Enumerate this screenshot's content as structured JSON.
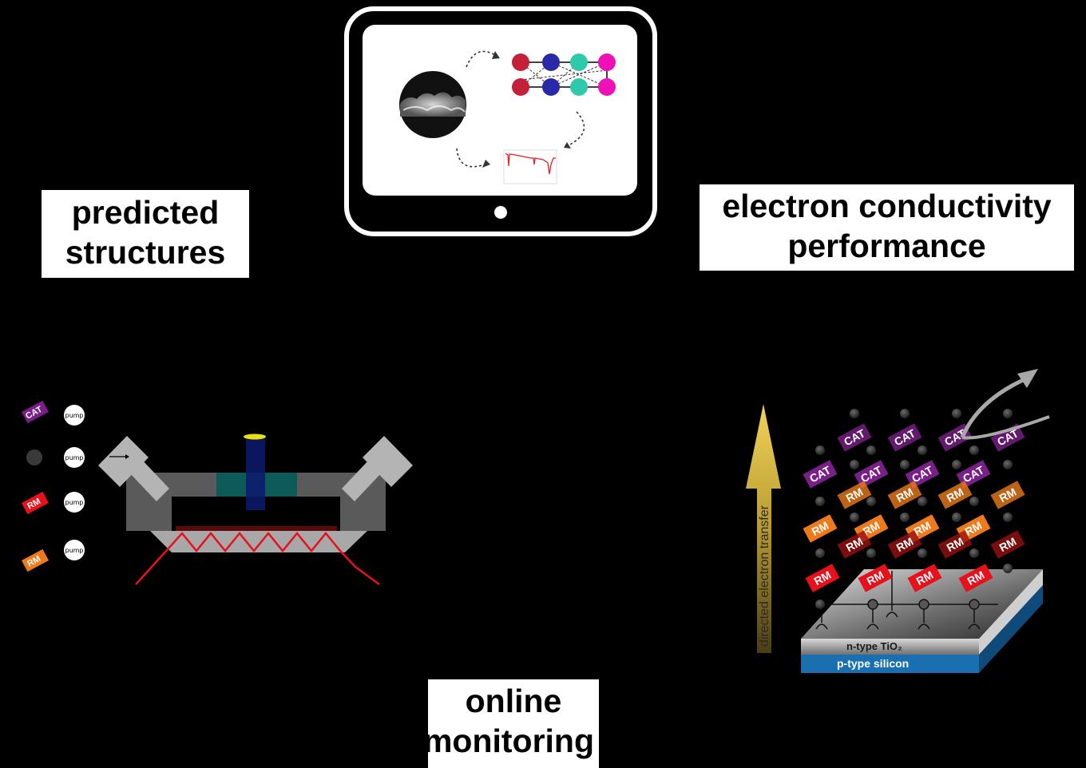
{
  "labels": {
    "predicted_structures": [
      "predicted",
      "structures"
    ],
    "electron_conductivity": [
      "electron conductivity",
      "performance"
    ],
    "online_monitoring": [
      "online",
      "monitoring"
    ]
  },
  "tablet": {
    "screen_items": [
      "sem-micrograph",
      "neural-network",
      "spectrum-plot"
    ],
    "network_colors": [
      "#c4203a",
      "#2a2aa8",
      "#2ec9aa",
      "#f010b8"
    ]
  },
  "flow_reactor": {
    "feeds": [
      {
        "chip": "CAT",
        "color": "#7a1f8a",
        "pump": "pump"
      },
      {
        "chip": "",
        "color": "#333333",
        "pump": "pump"
      },
      {
        "chip": "RM",
        "color": "#e8101a",
        "pump": "pump"
      },
      {
        "chip": "RM",
        "color": "#ee7a1a",
        "pump": "pump"
      }
    ]
  },
  "device": {
    "arrow_label": "directed electron transfer",
    "layer_top": "n-type TiO₂",
    "layer_bottom": "p-type silicon",
    "chip_cat": "CAT",
    "chip_rm": "RM",
    "colors": {
      "cat": "#7a1f8a",
      "rm_orange": "#ee7a1a",
      "rm_dark": "#9a1010",
      "rm_red": "#e8101a",
      "silicon": "#1a6fb0"
    }
  }
}
